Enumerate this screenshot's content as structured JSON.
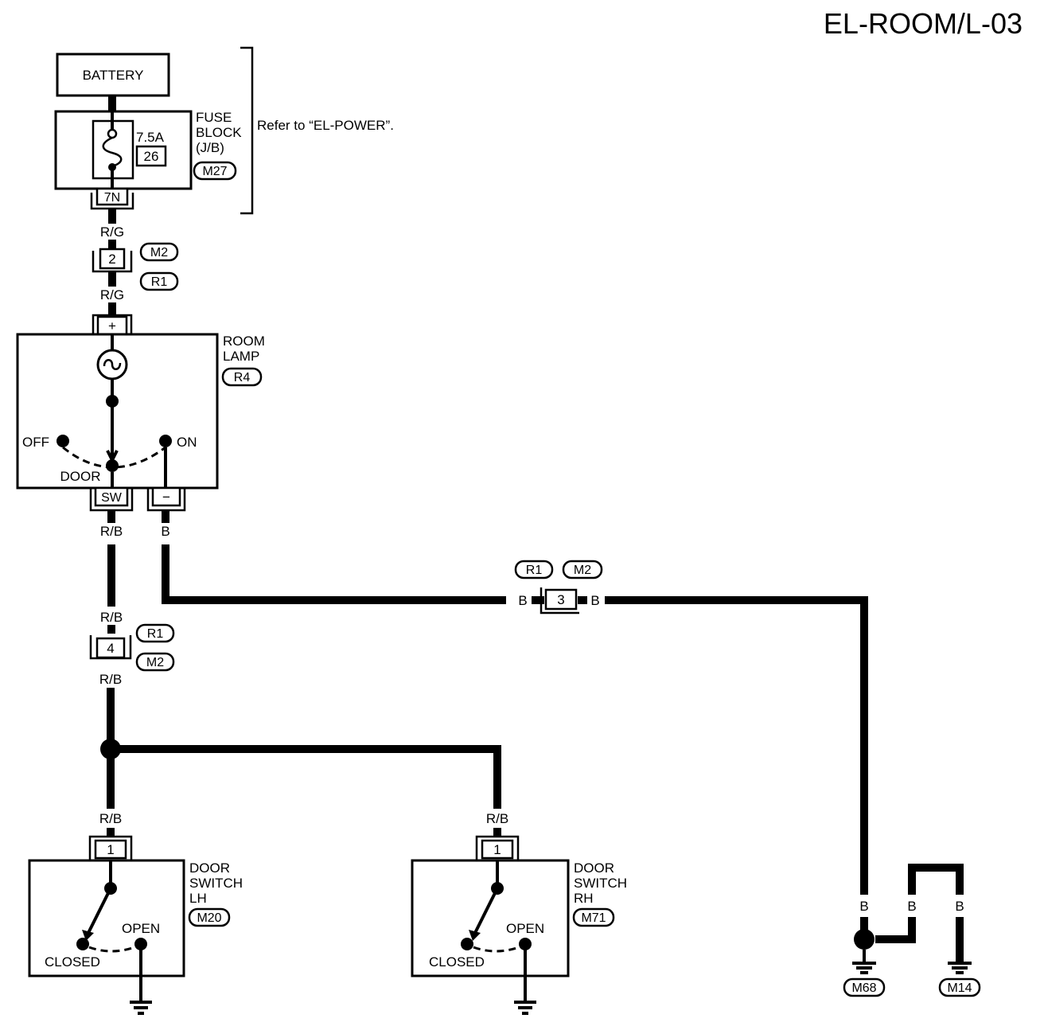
{
  "page_code": "EL-ROOM/L-03",
  "battery": {
    "label": "BATTERY"
  },
  "fuse_block": {
    "line1": "FUSE",
    "line2": "BLOCK",
    "line3": "(J/B)",
    "connector": "M27",
    "fuse_rating": "7.5A",
    "fuse_number": "26",
    "terminal": "7N"
  },
  "refer_note": "Refer to “EL-POWER”.",
  "wires": {
    "rg": "R/G",
    "rb": "R/B",
    "b": "B"
  },
  "connector_2": {
    "pin": "2",
    "tags": [
      "M2",
      "R1"
    ]
  },
  "room_lamp": {
    "line1": "ROOM",
    "line2": "LAMP",
    "connector": "R4",
    "plus_terminal": "+",
    "minus_terminal": "−",
    "sw_terminal": "SW",
    "pos_off": "OFF",
    "pos_on": "ON",
    "pos_door": "DOOR"
  },
  "connector_3": {
    "pin": "3",
    "tags": [
      "R1",
      "M2"
    ]
  },
  "connector_4": {
    "pin": "4",
    "tags": [
      "R1",
      "M2"
    ]
  },
  "door_switch_lh": {
    "line1": "DOOR",
    "line2": "SWITCH",
    "line3": "LH",
    "connector": "M20",
    "pin": "1",
    "open": "OPEN",
    "closed": "CLOSED"
  },
  "door_switch_rh": {
    "line1": "DOOR",
    "line2": "SWITCH",
    "line3": "RH",
    "connector": "M71",
    "pin": "1",
    "open": "OPEN",
    "closed": "CLOSED"
  },
  "grounds": [
    "M68",
    "M14"
  ]
}
